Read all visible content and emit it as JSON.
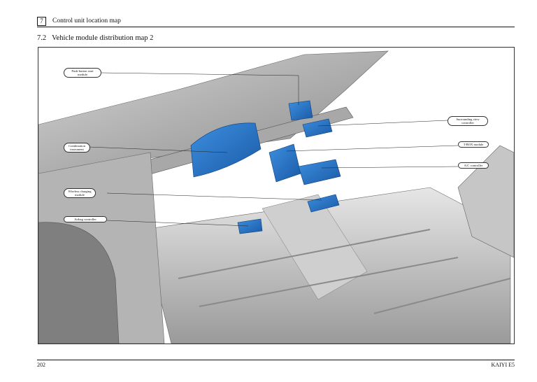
{
  "header": {
    "chapter_number": "7",
    "chapter_title": "Control unit location map"
  },
  "section": {
    "number": "7.2",
    "title": "Vehicle module distribution map 2"
  },
  "figure": {
    "callouts": [
      {
        "id": "push-button-start",
        "label": "Push-button start module"
      },
      {
        "id": "combination-instrument",
        "label": "Combination instrument"
      },
      {
        "id": "wireless-charging",
        "label": "Wireless charging module"
      },
      {
        "id": "airbag",
        "label": "Airbag controller"
      },
      {
        "id": "surround-view",
        "label": "Surrounding view controller"
      },
      {
        "id": "tbox",
        "label": "T-BOX module"
      },
      {
        "id": "ac-controller",
        "label": "A/C controller"
      }
    ],
    "colors": {
      "module_blue": "#1f6fc4",
      "body_gray": "#bdbdbd"
    }
  },
  "footer": {
    "page_number": "202",
    "brand": "KAIYI E5"
  }
}
